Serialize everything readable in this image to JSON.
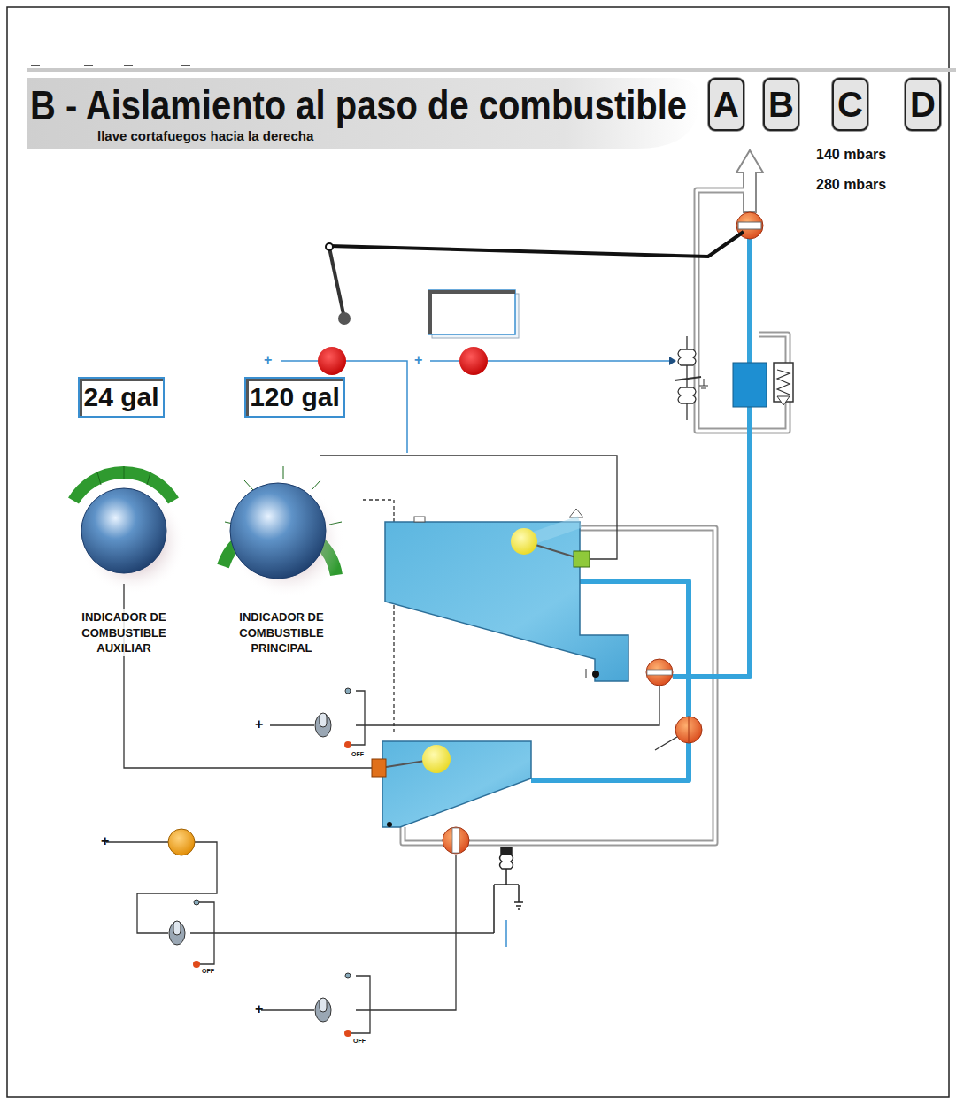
{
  "diagram": {
    "title": "B - Aislamiento  al paso de combustible",
    "nodes": [
      {
        "text": [
          "A"
        ]
      },
      {
        "text": [
          "B"
        ]
      },
      {
        "text": [
          "C"
        ]
      },
      {
        "text": [
          "D"
        ]
      },
      {
        "text": [
          "24 gal"
        ]
      },
      {
        "text": [
          "120 gal"
        ]
      }
    ],
    "labels": [
      "llave cortafuegos hacia la derecha",
      "140 mbars",
      "280 mbars",
      "+",
      "+",
      "INDICADOR DE COMBUSTIBLE AUXILIAR",
      "INDICADOR DE COMBUSTIBLE PRINCIPAL",
      "+",
      "OFF",
      "+",
      "OFF",
      "+",
      "OFF"
    ]
  }
}
